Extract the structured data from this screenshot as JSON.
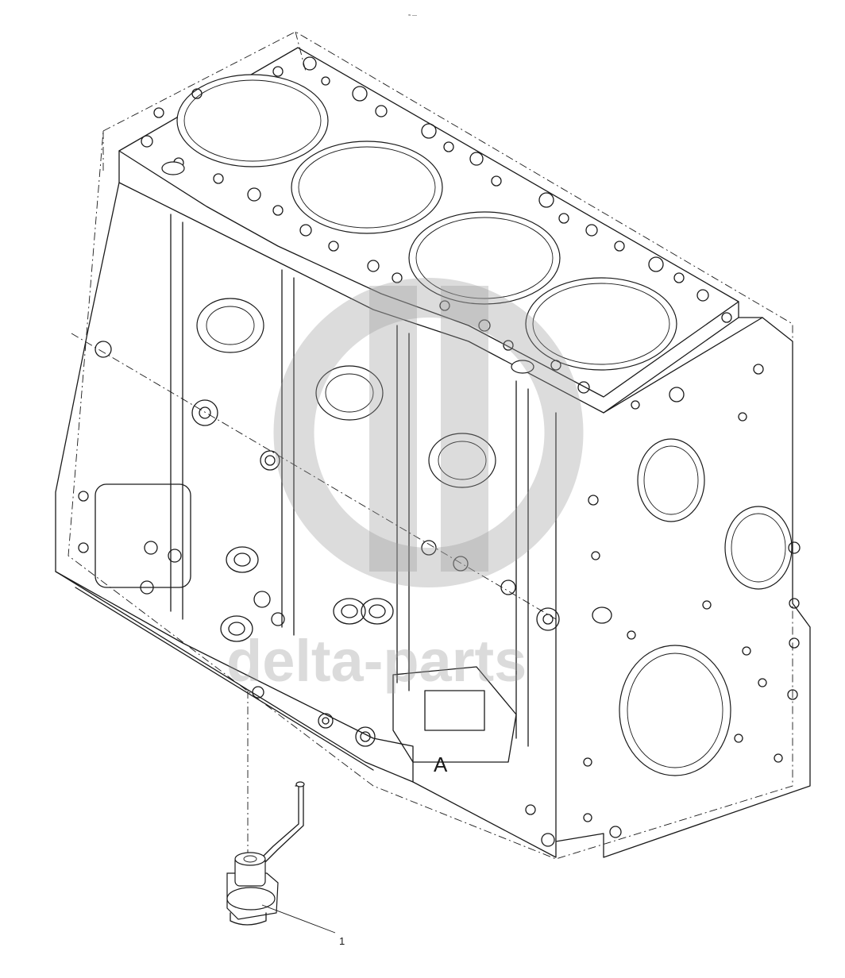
{
  "diagram": {
    "casting_mark": "A",
    "callouts": [
      {
        "label": "1",
        "part": "sensor"
      }
    ],
    "header_mark": "≈ —"
  },
  "watermark": {
    "text": "delta-parts"
  }
}
